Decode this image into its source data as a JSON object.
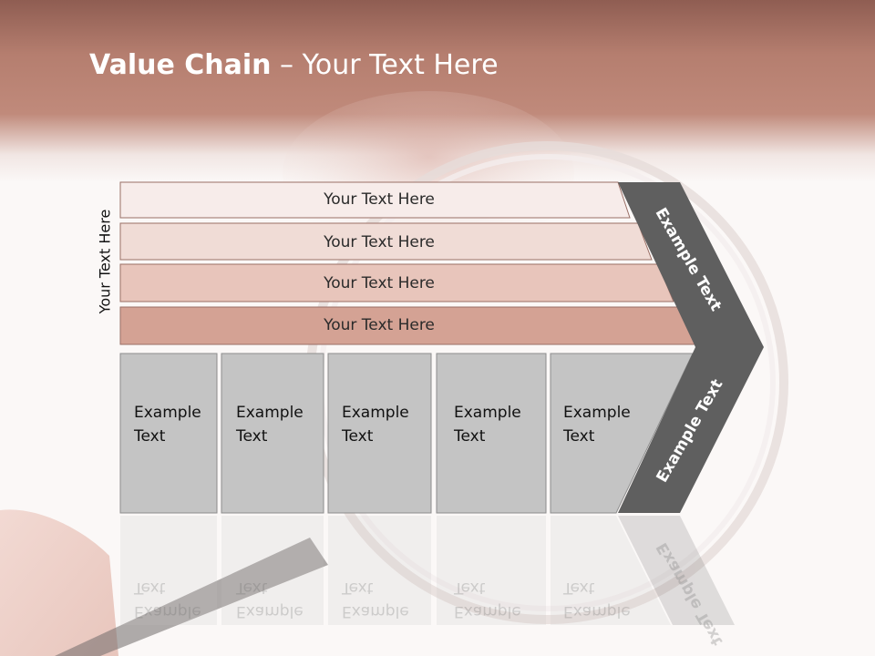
{
  "title": {
    "bold": "Value Chain",
    "rest": " – Your Text Here"
  },
  "side_label": "Your Text Here",
  "rows": [
    {
      "label": "Your Text Here"
    },
    {
      "label": "Your Text Here"
    },
    {
      "label": "Your Text Here"
    },
    {
      "label": "Your Text Here"
    }
  ],
  "boxes": [
    {
      "line1": "Example",
      "line2": "Text"
    },
    {
      "line1": "Example",
      "line2": "Text"
    },
    {
      "line1": "Example",
      "line2": "Text"
    },
    {
      "line1": "Example",
      "line2": "Text"
    },
    {
      "line1": "Example",
      "line2": "Text"
    }
  ],
  "chevron": {
    "upper_label": "Example Text",
    "lower_label": "Example Text"
  },
  "colors": {
    "row_fills": [
      "#f7ecea",
      "#f0dcd6",
      "#e8c5bb",
      "#d4a294"
    ],
    "row_stroke": "#9a6f66",
    "box_fill": "#c4c4c4",
    "box_stroke": "#8d8d8d",
    "chevron_fill": "#5f5f5f"
  }
}
